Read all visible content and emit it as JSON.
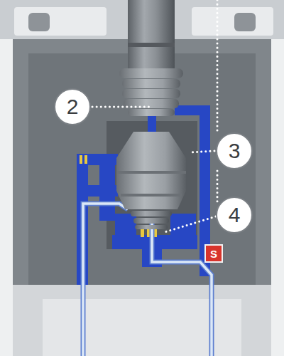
{
  "diagram": {
    "nodes": [
      {
        "text": [
          "2"
        ]
      },
      {
        "text": [
          "3"
        ]
      },
      {
        "text": [
          "4"
        ]
      },
      {
        "text": [
          "S"
        ]
      }
    ]
  }
}
